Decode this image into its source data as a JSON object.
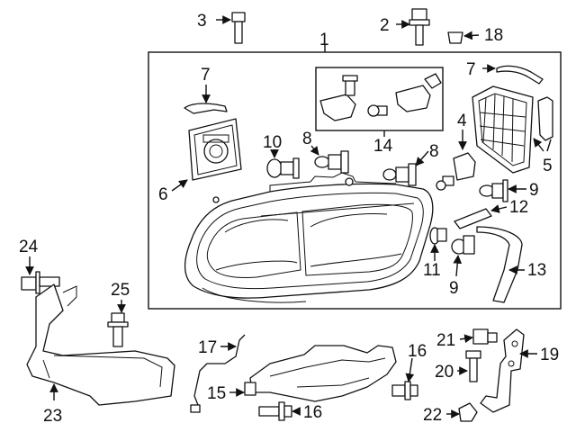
{
  "callouts": {
    "c1": "1",
    "c2": "2",
    "c3": "3",
    "c4": "4",
    "c5": "5",
    "c6": "6",
    "c7a": "7",
    "c7b": "7",
    "c8a": "8",
    "c8b": "8",
    "c9a": "9",
    "c9b": "9",
    "c10": "10",
    "c11": "11",
    "c12": "12",
    "c13": "13",
    "c14": "14",
    "c15": "15",
    "c16a": "16",
    "c16b": "16",
    "c17": "17",
    "c18": "18",
    "c19": "19",
    "c20": "20",
    "c21": "21",
    "c22": "22",
    "c23": "23",
    "c24": "24",
    "c25": "25"
  },
  "parts": {
    "headlamp": "headlamp-assembly",
    "bolt": "bolt-icon",
    "bulb": "bulb-icon",
    "bracket": "bracket-icon"
  }
}
